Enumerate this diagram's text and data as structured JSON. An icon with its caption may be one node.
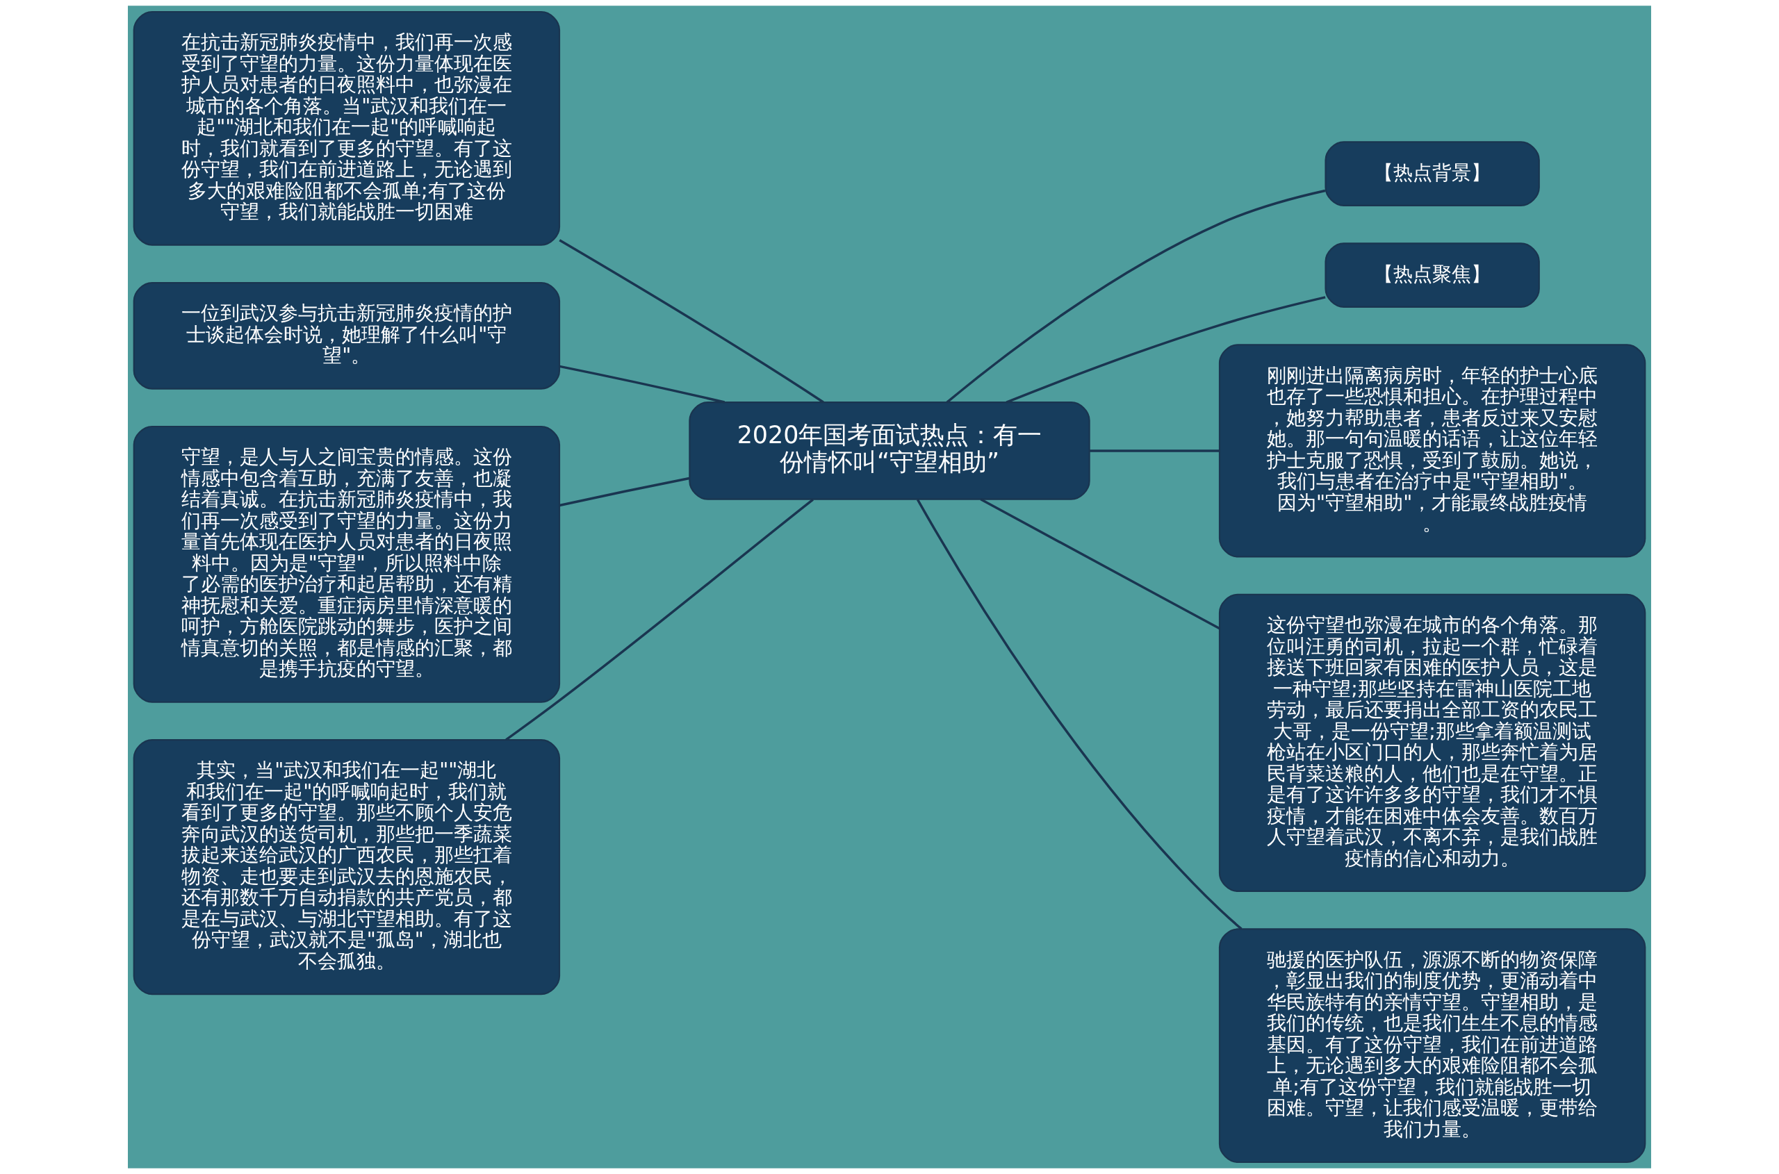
{
  "diagram": {
    "nodes": [
      {
        "text": [
          "2020年国考面试热点：有一份情怀叫“守望相助”"
        ]
      },
      {
        "text": [
          "在抗击新冠肺炎疫情中，我们再一次感受到了守望的力量。这份力量体现在医护人员对患者的日夜照料中，也弥漫在城市的各个角落。当\"武汉和我们在一起\"\"湖北和我们在一起\"的呼喊响起时，我们就看到了更多的守望。有了这份守望，我们在前进道路上，无论遇到多大的艰难险阻都不会孤单;有了这份守望，我们就能战胜一切困难"
        ]
      },
      {
        "text": [
          "一位到武汉参与抗击新冠肺炎疫情的护士谈起体会时说，她理解了什么叫\"守望\"。"
        ]
      },
      {
        "text": [
          "守望，是人与人之间宝贵的情感。这份情感中包含着互助，充满了友善，也凝结着真诚。在抗击新冠肺炎疫情中，我们再一次感受到了守望的力量。这份力量首先体现在医护人员对患者的日夜照料中。因为是\"守望\"，所以照料中除了必需的医护治疗和起居帮助，还有精神抚慰和关爱。重症病房里情深意暖的呵护，方舱医院跳动的舞步，医护之间情真意切的关照，都是情感的汇聚，都是携手抗疫的守望。"
        ]
      },
      {
        "text": [
          "其实，当\"武汉和我们在一起\"\"湖北和我们在一起\"的呼喊响起时，我们就看到了更多的守望。那些不顾个人安危奔向武汉的送货司机，那些把一季蔬菜拔起来送给武汉的广西农民，那些扛着物资、走也要走到武汉去的恩施农民，还有那数千万自动捐款的共产党员，都是在与武汉、与湖北守望相助。有了这份守望，武汉就不是\"孤岛\"，湖北也不会孤独。"
        ]
      },
      {
        "text": [
          "【热点背景】"
        ]
      },
      {
        "text": [
          "【热点聚焦】"
        ]
      },
      {
        "text": [
          "刚刚进出隔离病房时，年轻的护士心底也存了一些恐惧和担心。在护理过程中，她努力帮助患者，患者反过来又安慰她。那一句句温暖的话语，让这位年轻护士克服了恐惧，受到了鼓励。她说，我们与患者在治疗中是\"守望相助\"。因为\"守望相助\"，才能最终战胜疫情。"
        ]
      },
      {
        "text": [
          "这份守望也弥漫在城市的各个角落。那位叫汪勇的司机，拉起一个群，忙碌着接送下班回家有困难的医护人员，这是一种守望;那些坚持在雷神山医院工地劳动，最后还要捐出全部工资的农民工大哥，是一份守望;那些拿着额温测试枪站在小区门口的人，那些奔忙着为居民背菜送粮的人，他们也是在守望。正是有了这许许多多的守望，我们才不惧疫情，才能在困难中体会友善。数百万人守望着武汉，不离不弃，是我们战胜疫情的信心和动力。"
        ]
      },
      {
        "text": [
          "驰援的医护队伍，源源不断的物资保障，彰显出我们的制度优势，更涌动着中华民族特有的亲情守望。守望相助，是我们的传统，也是我们生生不息的情感基因。有了这份守望，我们在前进道路上，无论遇到多大的艰难险阻都不会孤单;有了这份守望，我们就能战胜一切困难。守望，让我们感受温暖，更带给我们力量。"
        ]
      }
    ],
    "edges": [
      {
        "from": 0,
        "to": 1,
        "arrow": "none"
      },
      {
        "from": 0,
        "to": 2,
        "arrow": "none"
      },
      {
        "from": 0,
        "to": 3,
        "arrow": "none"
      },
      {
        "from": 0,
        "to": 4,
        "arrow": "none"
      },
      {
        "from": 0,
        "to": 5,
        "arrow": "none"
      },
      {
        "from": 0,
        "to": 6,
        "arrow": "none"
      },
      {
        "from": 0,
        "to": 7,
        "arrow": "none"
      },
      {
        "from": 0,
        "to": 8,
        "arrow": "none"
      },
      {
        "from": 0,
        "to": 9,
        "arrow": "none"
      }
    ]
  }
}
